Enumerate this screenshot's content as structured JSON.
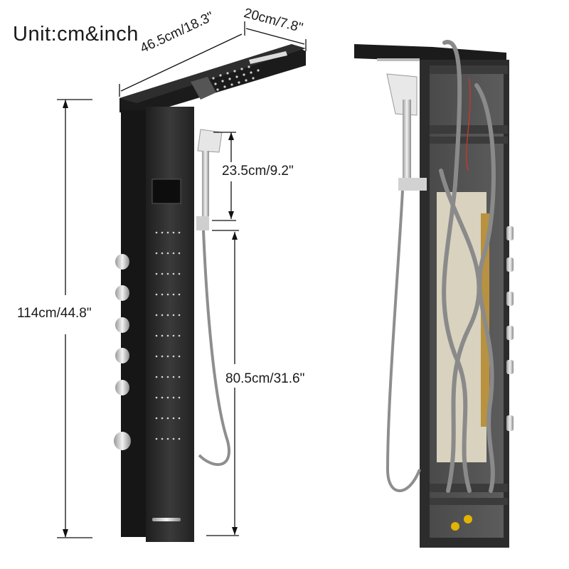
{
  "title": "Unit:cm&inch",
  "dimensions": {
    "showerhead_length": "46.5cm/18.3\"",
    "showerhead_depth": "20cm/7.8\"",
    "handheld_length": "23.5cm/9.2\"",
    "total_height": "114cm/44.8\"",
    "handheld_holder_height": "80.5cm/31.6\""
  },
  "product": {
    "panel_color": "#2b2b2b",
    "chrome_color": "#d9d9d9",
    "knob_count": 6,
    "jet_rows": 11
  }
}
